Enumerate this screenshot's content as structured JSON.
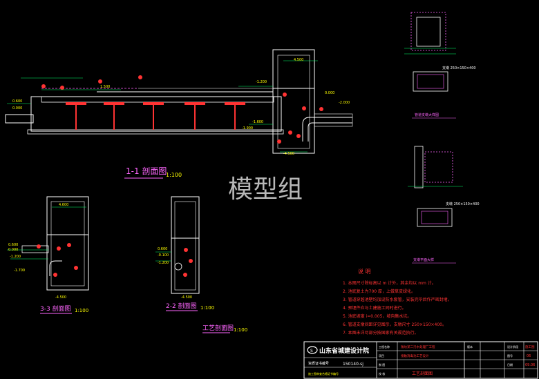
{
  "section_1": {
    "title": "1-1 剖面图",
    "scale": "1:100",
    "elevations": [
      "0.600",
      "0.000",
      "-1.200",
      "1.500",
      "4.500",
      "-1.600",
      "-1.900",
      "-2.000",
      "-4.500",
      "0.000"
    ]
  },
  "section_2": {
    "title": "2-2 剖面图",
    "scale": "1:100",
    "elevations": [
      "0.600",
      "-0.100",
      "-1.200",
      "-4.500"
    ]
  },
  "section_3": {
    "title": "3-3 剖面图",
    "scale": "1:100",
    "elevations": [
      "4.600",
      "0.600",
      "0.000",
      "-1.200",
      "-1.700",
      "-4.500"
    ]
  },
  "process_section_title": "工艺剖面图",
  "process_section_scale": "1:100",
  "watermark": "模型组",
  "notes": {
    "heading": "说 明",
    "items": [
      "1. 本图尺寸除标高以 m 计外，其余均以 mm 计。",
      "2. 池底复土为700 厚，上做草皮绿化。",
      "3. 管道穿越池壁均加设防水套管，安装完毕后作严密封堵。",
      "4. 预埋件应与土建施工同时进行。",
      "5. 池底坡度 i=0.005，坡向集水坑。",
      "6. 管道支墩间距详见图示，支墩尺寸 250×150×400。",
      "7. 本图未详尽部分按国家有关规范执行。"
    ]
  },
  "details": {
    "detail_a_label": "支墩 250×150×400",
    "detail_a_caption": "管道支墩大样图",
    "detail_b_label": "支墩 250×150×400",
    "detail_b_caption": "支墩平面大样"
  },
  "title_block": {
    "company": "山东省城建设计院",
    "project_no": "150140-sj",
    "row_a": "资质证书编号",
    "row_b": "施工图审查合格证书编号",
    "row_c": "工程名称",
    "project_name": "潍坊某二污水处理厂工程",
    "item_label": "项目",
    "item_name": "接触消毒池工艺设计",
    "drawing_title": "工艺剖面图",
    "stage_label": "设计阶段",
    "stage_value": "施工图",
    "sheet_label": "图号",
    "sheet_value": "06",
    "date_label": "日期",
    "date_value": "09.06",
    "rev_label": "版本",
    "drawn_label": "制 图",
    "checked_label": "校 核"
  },
  "colors": {
    "background": "#000000",
    "structure": "#ffffff",
    "pipe": "#ff3333",
    "text": "#ffff00",
    "dim": "#00ff66",
    "rebar": "#ff66ff",
    "annot": "#00ffff"
  }
}
